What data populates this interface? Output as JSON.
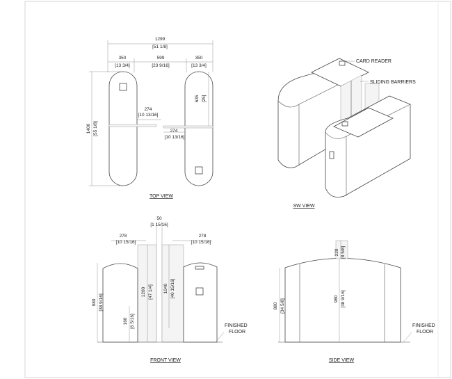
{
  "views": {
    "top": "TOP VIEW",
    "sw": "SW VIEW",
    "front": "FRONT VIEW",
    "side": "SIDE VIEW"
  },
  "top_view": {
    "overall_width": "1299",
    "overall_width_in": "[51 1/8]",
    "cabinet_left": "350",
    "cabinet_left_in": "[13 3/4]",
    "passage": "599",
    "passage_in": "[23 9/16]",
    "cabinet_right": "350",
    "cabinet_right_in": "[13 3/4]",
    "length": "1400",
    "length_in": "[55 1/8]",
    "reader_offset": "635",
    "reader_offset_in": "[25]",
    "barrier_upper": "274",
    "barrier_upper_in": "[10 13/16]",
    "barrier_lower": "274",
    "barrier_lower_in": "[10 13/16]"
  },
  "sw_view": {
    "card_reader": "CARD READER",
    "sliding_barriers": "SLIDING BARRIERS"
  },
  "front_view": {
    "gap": "50",
    "gap_in": "[1 15/16]",
    "left_width": "278",
    "left_width_in": "[10 15/16]",
    "right_width": "278",
    "right_width_in": "[10 15/16]",
    "cabinet_height": "980",
    "cabinet_height_in": "[38 9/16]",
    "barrier_height": "1200",
    "barrier_height_in": "[47 1/4]",
    "barrier_height2": "1040",
    "barrier_height2_in": "[40 15/16]",
    "floor_gap": "160",
    "floor_gap_in": "[6 5/16]",
    "finished_floor_1": "FINISHED",
    "finished_floor_2": "FLOOR"
  },
  "side_view": {
    "top_height": "220",
    "top_height_in": "[8 5/8]",
    "end_height": "880",
    "end_height_in": "[34 5/8]",
    "mid_height": "980",
    "mid_height_in": "[38 9/16]",
    "finished_floor_1": "FINISHED",
    "finished_floor_2": "FLOOR"
  }
}
